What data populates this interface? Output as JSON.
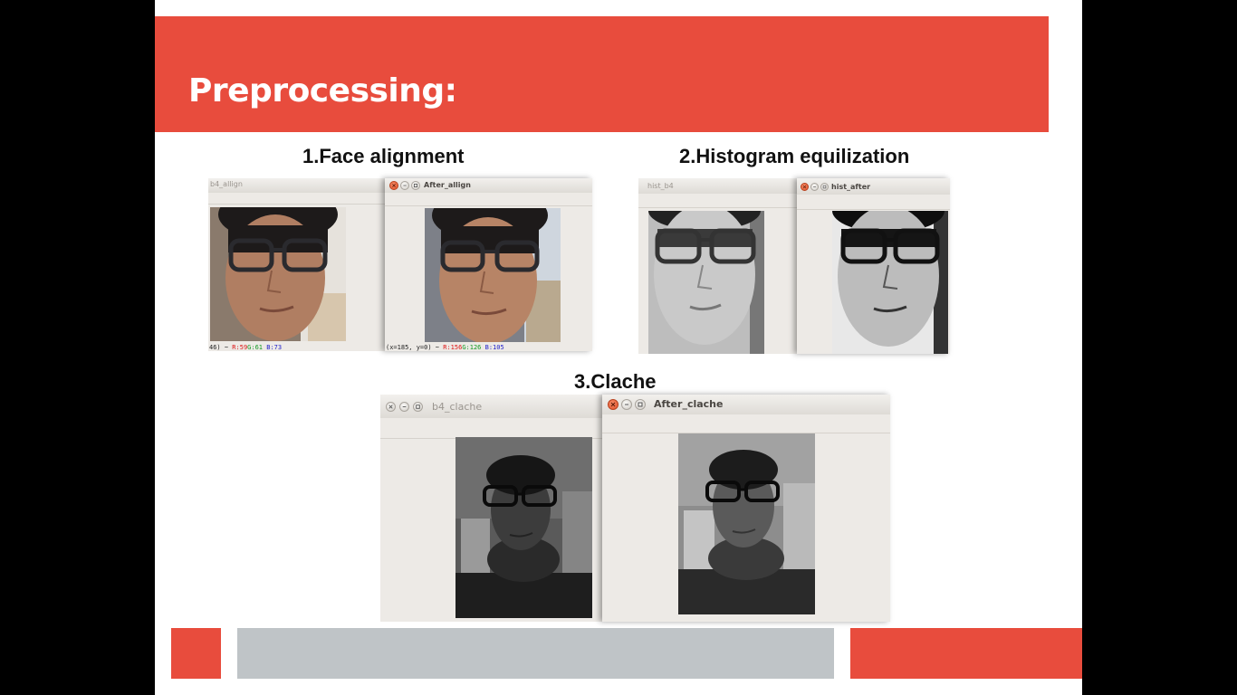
{
  "slide": {
    "title": "Preprocessing:",
    "accent_color": "#E84C3D",
    "footer_gray": "#BFC4C7"
  },
  "sections": {
    "face_alignment": {
      "heading": "1.Face alignment",
      "before_window": {
        "title": "b4_allign",
        "status_prefix": "46) ~",
        "status_r": "R:59",
        "status_g": "G:61",
        "status_b": "B:73"
      },
      "after_window": {
        "title": "After_allign",
        "status_prefix": "(x=185, y=0) ~",
        "status_r": "R:156",
        "status_g": "G:126",
        "status_b": "B:105"
      }
    },
    "histogram": {
      "heading": "2.Histogram equilization",
      "before_window": {
        "title": "hist_b4"
      },
      "after_window": {
        "title": "hist_after"
      }
    },
    "clache": {
      "heading": "3.Clache",
      "before_window": {
        "title": "b4_clache"
      },
      "after_window": {
        "title": "After_clache"
      }
    }
  },
  "icons": [
    "close-icon",
    "minimize-icon",
    "maximize-icon",
    "portrait-photo"
  ]
}
